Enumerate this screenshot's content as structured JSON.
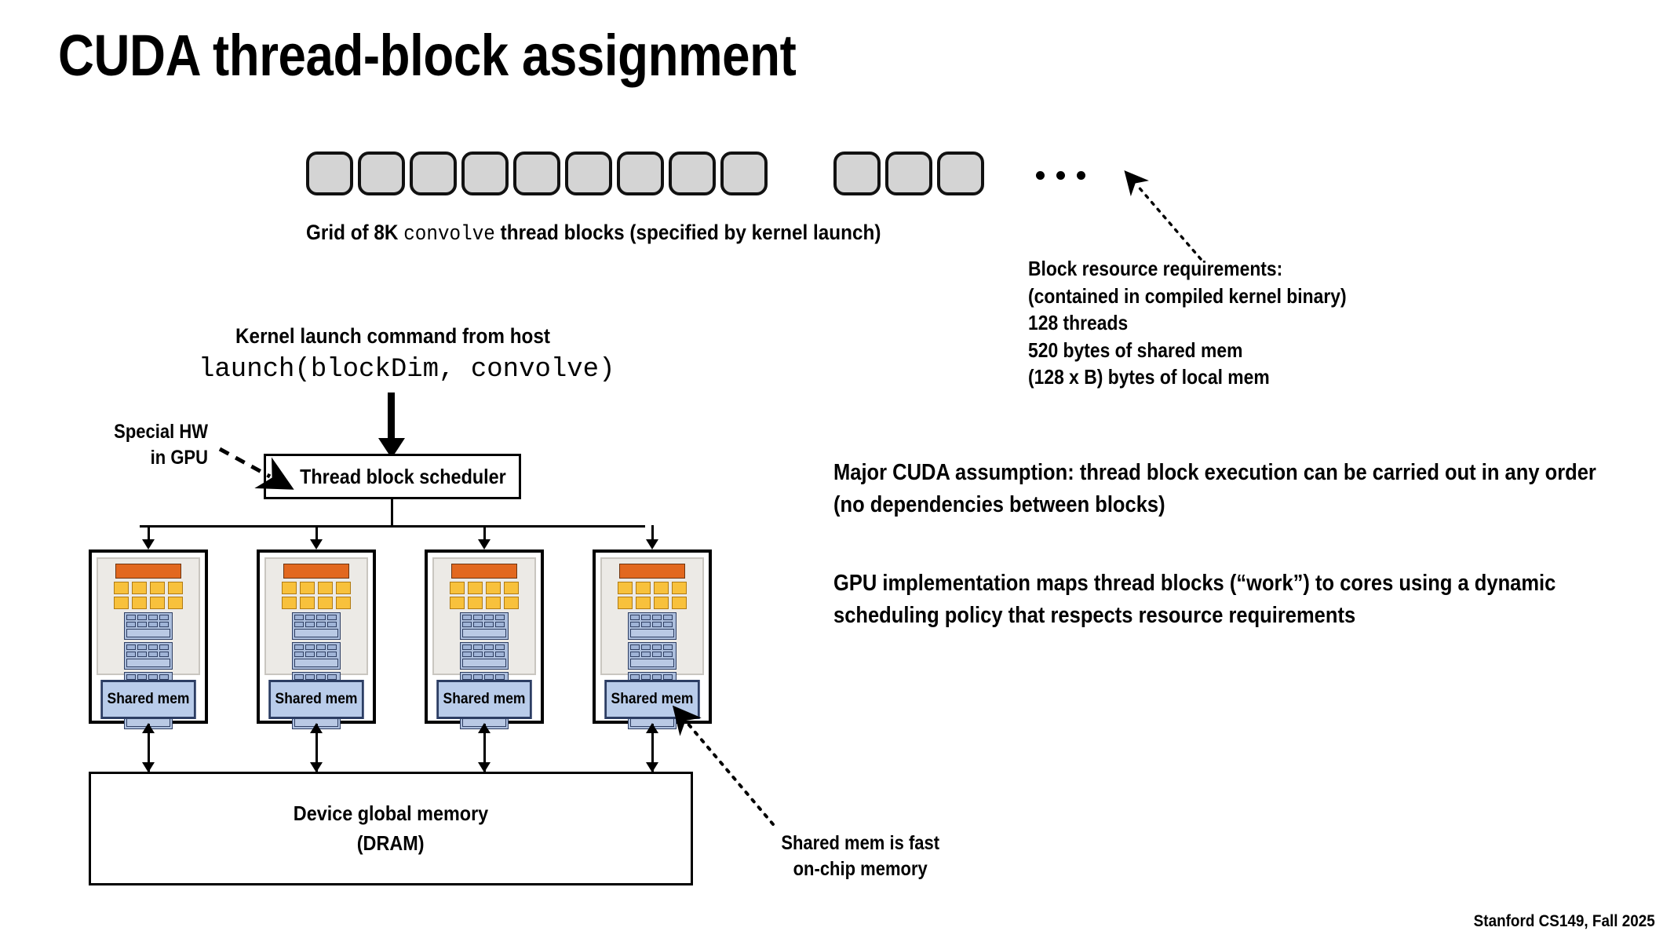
{
  "slide": {
    "title": "CUDA thread-block assignment",
    "footer": "Stanford CS149, Fall 2025",
    "background": "#ffffff"
  },
  "grid_row": {
    "caption_pre": "Grid of 8K ",
    "caption_code": "convolve",
    "caption_post": " thread blocks (specified by kernel launch)",
    "block_count_visible": 12,
    "ellipsis_after_block": 9,
    "block_fill": "#d4d4d4",
    "block_stroke": "#111111"
  },
  "block_requirements": {
    "line1": "Block resource requirements:",
    "line2": "(contained in compiled kernel binary)",
    "line3": "128 threads",
    "line4": "520 bytes of shared mem",
    "line5": "(128 x B) bytes of local mem"
  },
  "launch": {
    "label": "Kernel launch command from host",
    "code": "launch(blockDim, convolve)"
  },
  "special_hw": {
    "line1": "Special HW",
    "line2": "in GPU"
  },
  "scheduler": {
    "label": "Thread block scheduler"
  },
  "cores": {
    "count": 4,
    "shared_mem_label": "Shared mem",
    "orange_color": "#e2681f",
    "yellow_color": "#f8c13c",
    "blue_color": "#aec0de",
    "shared_mem_color": "#b9ccea",
    "yellow_rows": 2,
    "yellow_per_row": 4,
    "blue_units": 4,
    "blue_cell_rows": 2,
    "blue_cells_per_row": 4
  },
  "dram": {
    "line1": "Device global memory",
    "line2": "(DRAM)"
  },
  "shared_mem_callout": {
    "line1": "Shared mem is fast",
    "line2": "on-chip memory"
  },
  "body": {
    "para1": "Major CUDA assumption: thread block execution can be carried out in any order (no dependencies between blocks)",
    "para2": "GPU implementation maps thread blocks (“work”) to cores using a dynamic scheduling policy that respects resource requirements"
  }
}
